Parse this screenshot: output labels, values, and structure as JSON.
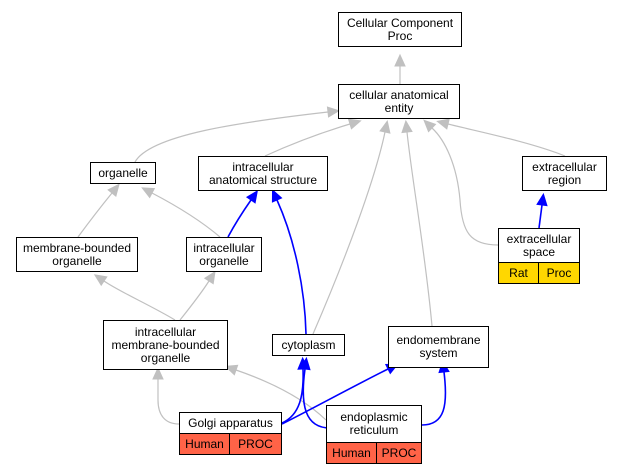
{
  "colors": {
    "is_a_edge": "#c0c0c0",
    "part_of_edge": "#0000ff",
    "human_tag": "#ff6347",
    "rat_tag": "#ffd700",
    "node_border": "#000000",
    "background": "#ffffff"
  },
  "nodes": {
    "root": "Cellular Component\nProc",
    "cellular_anatomical_entity": "cellular anatomical\nentity",
    "organelle": "organelle",
    "intracellular_anatomical_structure": "intracellular\nanatomical structure",
    "extracellular_region": "extracellular\nregion",
    "membrane_bounded_organelle": "membrane-bounded\norganelle",
    "intracellular_organelle": "intracellular\norganelle",
    "extracellular_space": "extracellular\nspace",
    "intracellular_membrane_bounded_organelle": "intracellular\nmembrane-bounded\norganelle",
    "cytoplasm": "cytoplasm",
    "endomembrane_system": "endomembrane\nsystem",
    "golgi_apparatus": "Golgi apparatus",
    "endoplasmic_reticulum": "endoplasmic\nreticulum"
  },
  "tags": {
    "extracellular_space": [
      "Rat",
      "Proc"
    ],
    "golgi_apparatus": [
      "Human",
      "PROC"
    ],
    "endoplasmic_reticulum": [
      "Human",
      "PROC"
    ]
  },
  "edges": [
    {
      "from": "cellular_anatomical_entity",
      "to": "root",
      "type": "is_a"
    },
    {
      "from": "organelle",
      "to": "cellular_anatomical_entity",
      "type": "is_a"
    },
    {
      "from": "intracellular_anatomical_structure",
      "to": "cellular_anatomical_entity",
      "type": "is_a"
    },
    {
      "from": "extracellular_region",
      "to": "cellular_anatomical_entity",
      "type": "is_a"
    },
    {
      "from": "extracellular_space",
      "to": "cellular_anatomical_entity",
      "type": "is_a"
    },
    {
      "from": "cytoplasm",
      "to": "cellular_anatomical_entity",
      "type": "is_a"
    },
    {
      "from": "endomembrane_system",
      "to": "cellular_anatomical_entity",
      "type": "is_a"
    },
    {
      "from": "membrane_bounded_organelle",
      "to": "organelle",
      "type": "is_a"
    },
    {
      "from": "intracellular_organelle",
      "to": "organelle",
      "type": "is_a"
    },
    {
      "from": "intracellular_organelle",
      "to": "intracellular_anatomical_structure",
      "type": "part_of"
    },
    {
      "from": "cytoplasm",
      "to": "intracellular_anatomical_structure",
      "type": "part_of"
    },
    {
      "from": "extracellular_space",
      "to": "extracellular_region",
      "type": "part_of"
    },
    {
      "from": "intracellular_membrane_bounded_organelle",
      "to": "membrane_bounded_organelle",
      "type": "is_a"
    },
    {
      "from": "intracellular_membrane_bounded_organelle",
      "to": "intracellular_organelle",
      "type": "is_a"
    },
    {
      "from": "golgi_apparatus",
      "to": "intracellular_membrane_bounded_organelle",
      "type": "is_a"
    },
    {
      "from": "endoplasmic_reticulum",
      "to": "intracellular_membrane_bounded_organelle",
      "type": "is_a"
    },
    {
      "from": "golgi_apparatus",
      "to": "cytoplasm",
      "type": "part_of"
    },
    {
      "from": "endoplasmic_reticulum",
      "to": "cytoplasm",
      "type": "part_of"
    },
    {
      "from": "golgi_apparatus",
      "to": "endomembrane_system",
      "type": "part_of"
    },
    {
      "from": "endoplasmic_reticulum",
      "to": "endomembrane_system",
      "type": "part_of"
    }
  ]
}
